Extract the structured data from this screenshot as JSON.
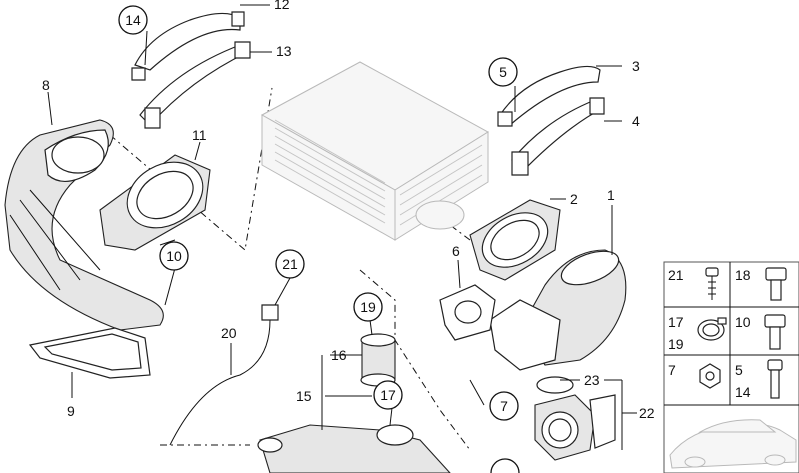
{
  "callouts": {
    "c1": "1",
    "c2": "2",
    "c3": "3",
    "c4": "4",
    "c5": "5",
    "c6": "6",
    "c7": "7",
    "c8": "8",
    "c9": "9",
    "c10": "10",
    "c11": "11",
    "c12": "12",
    "c13": "13",
    "c14": "14",
    "c15": "15",
    "c16": "16",
    "c17": "17",
    "c19": "19",
    "c20": "20",
    "c21": "21",
    "c22": "22",
    "c23": "23"
  },
  "legend": {
    "r1a": "21",
    "r1b": "18",
    "r2a": "17",
    "r2b": "19",
    "r2c": "10",
    "r3a": "7",
    "r3b": "5",
    "r3c": "14"
  }
}
